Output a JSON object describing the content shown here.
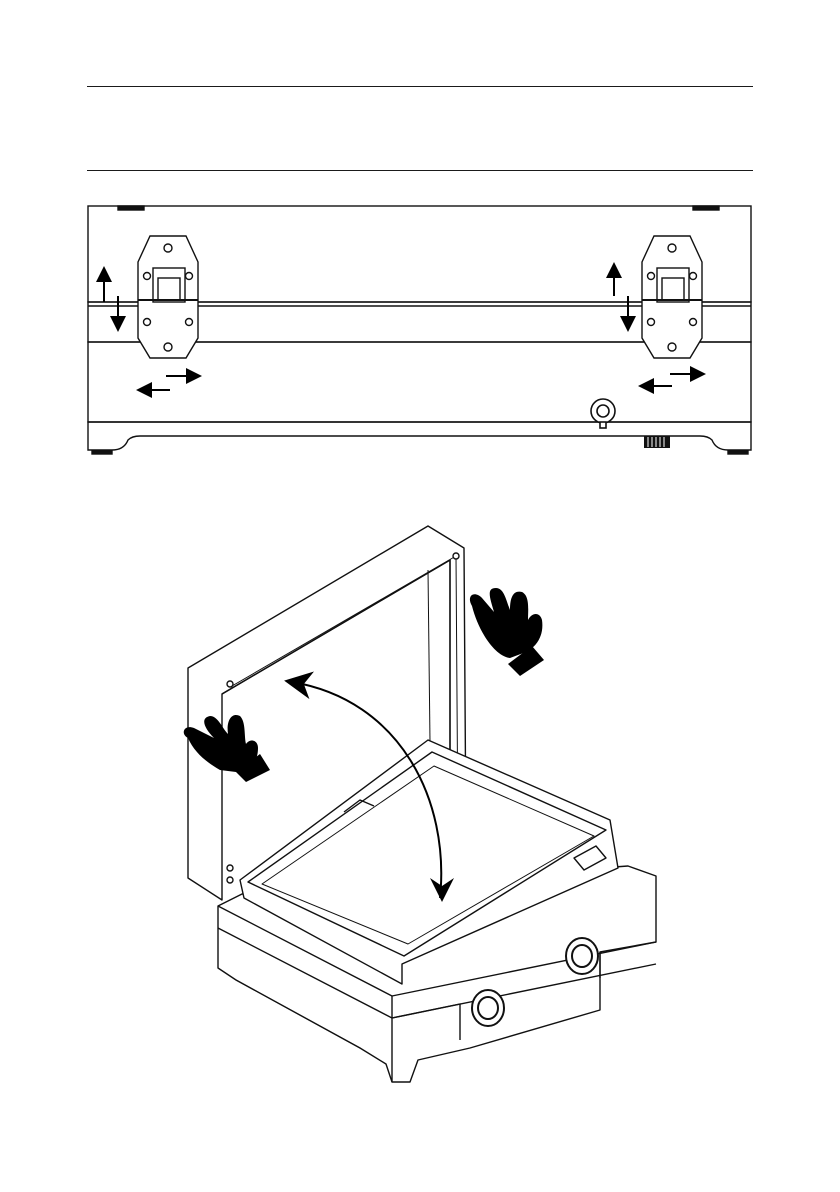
{
  "page": {
    "header_text": "",
    "ink_color": "#000000",
    "paper_color": "#ffffff"
  },
  "figures": [
    {
      "id": "figure-1",
      "subject": "griddle-front-view-hinges",
      "icons": [
        "hinge-icon",
        "arrow-up-icon",
        "arrow-down-icon",
        "arrow-left-icon",
        "arrow-right-icon",
        "control-knob-icon"
      ]
    },
    {
      "id": "figure-2",
      "subject": "griddle-lid-open-isometric",
      "icons": [
        "glove-icon",
        "curved-arrow-icon",
        "control-knob-icon"
      ]
    }
  ]
}
